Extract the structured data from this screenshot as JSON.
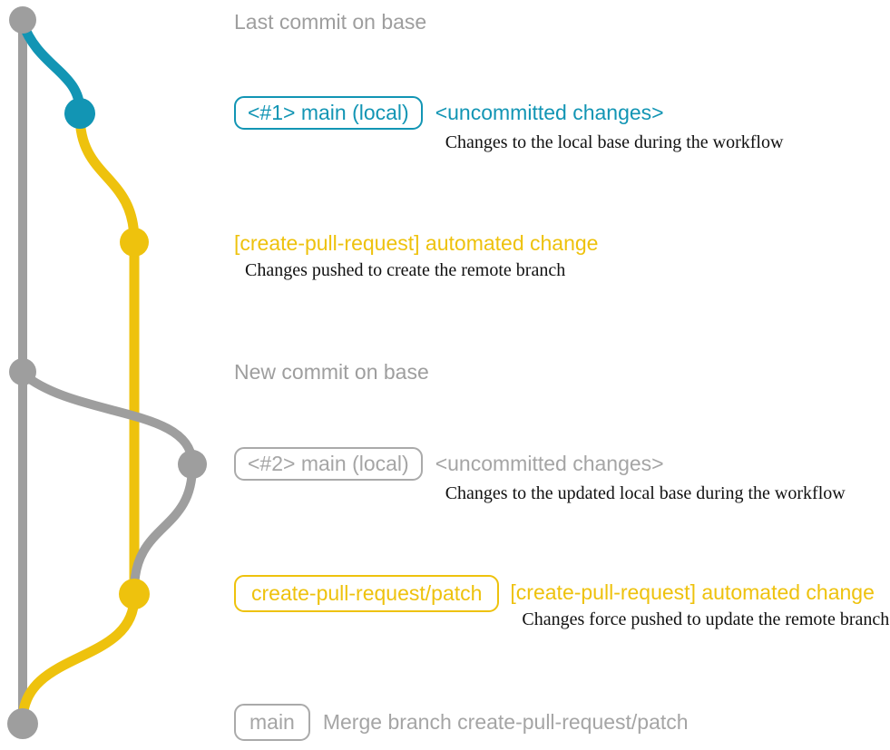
{
  "diagram": {
    "title_hint": "git branch graph for create-pull-request workflow",
    "colors": {
      "base_gray": "#9e9e9e",
      "local_blue": "#1295b4",
      "branch_yellow": "#eec20d",
      "note_black": "#111111"
    },
    "commits": [
      {
        "id": "base-last",
        "label": "Last commit on base"
      },
      {
        "id": "local-1",
        "tag": "<#1> main (local)",
        "message": "<uncommitted changes>",
        "note": "Changes to the local base during the workflow"
      },
      {
        "id": "remote-1",
        "message": "[create-pull-request] automated change",
        "note": "Changes pushed to create the remote branch"
      },
      {
        "id": "base-new",
        "label": "New commit on base"
      },
      {
        "id": "local-2",
        "tag": "<#2> main (local)",
        "message": "<uncommitted changes>",
        "note": "Changes to the updated local base during the workflow"
      },
      {
        "id": "remote-2",
        "tag": "create-pull-request/patch",
        "message": "[create-pull-request] automated change",
        "note": "Changes force pushed to update the remote branch"
      },
      {
        "id": "merge",
        "tag": "main",
        "message": "Merge branch create-pull-request/patch"
      }
    ]
  }
}
